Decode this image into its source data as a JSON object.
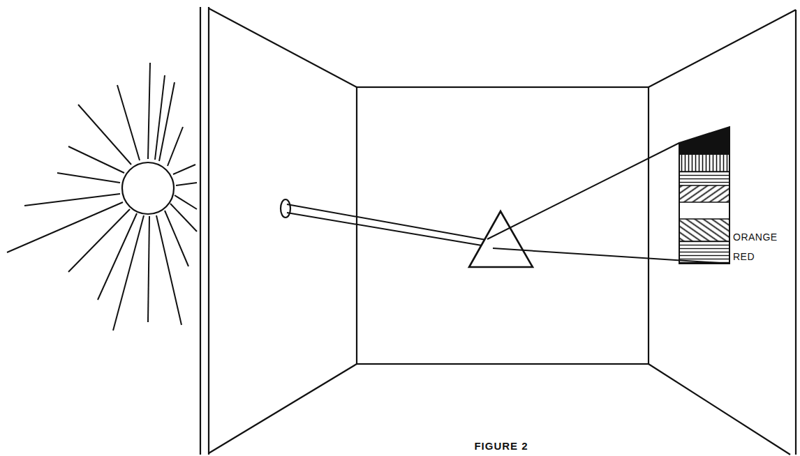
{
  "diagram": {
    "caption": "FIGURE 2",
    "labels": [
      "ORANGE",
      "RED"
    ]
  }
}
